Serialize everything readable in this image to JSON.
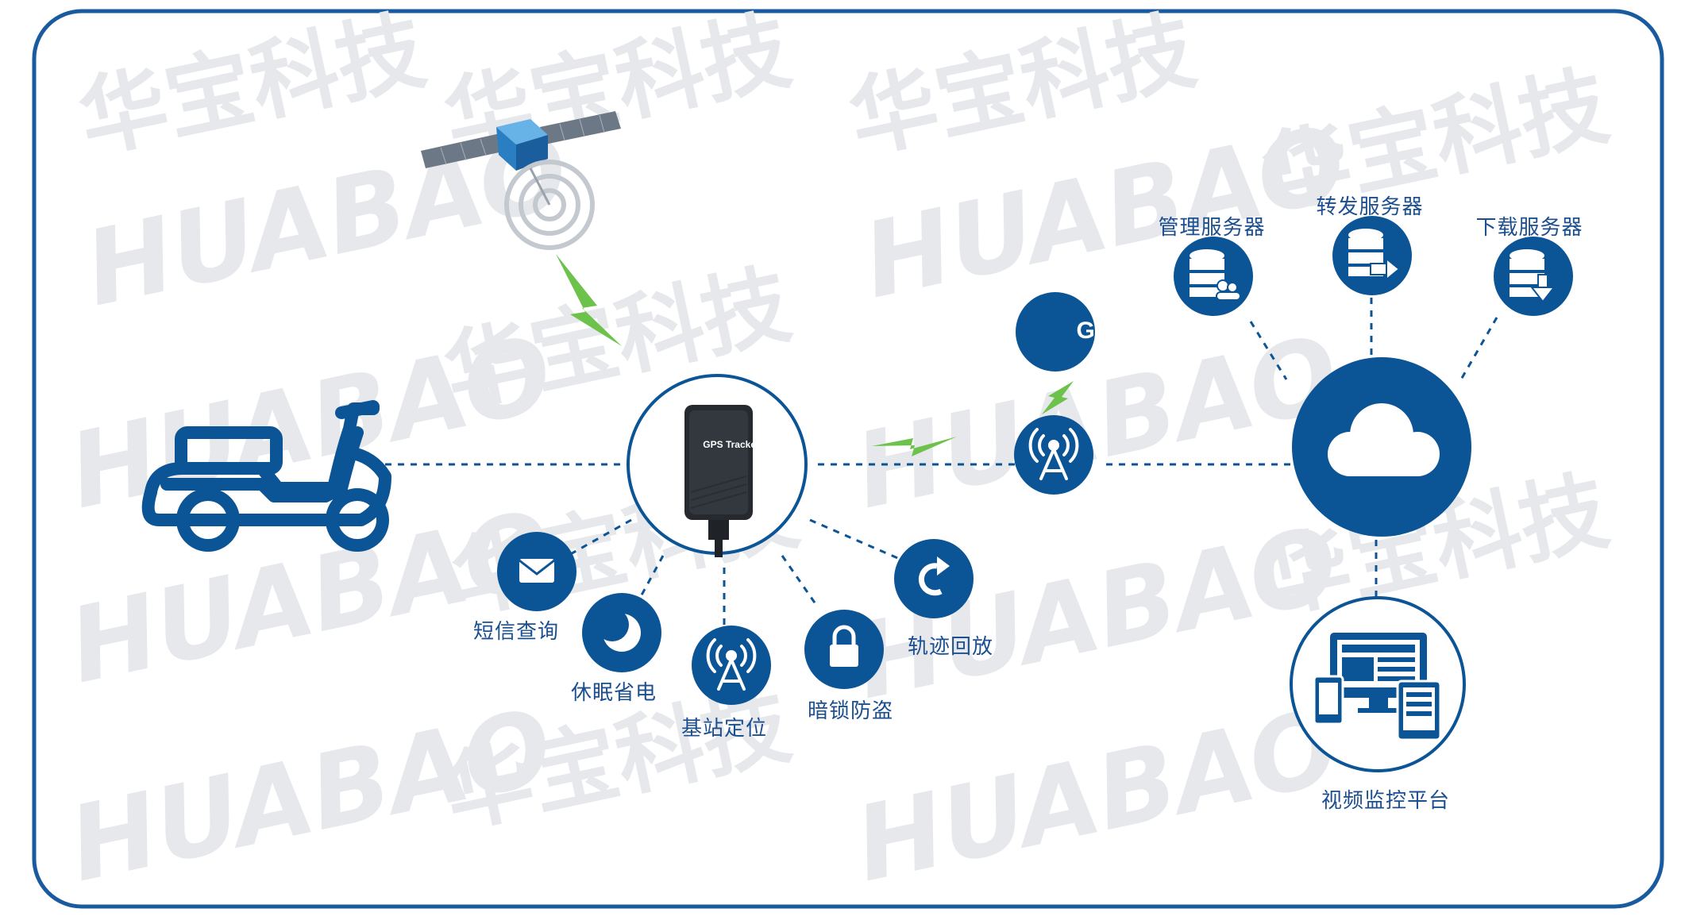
{
  "watermark": {
    "brand_cn": "华宝科技",
    "brand_en": "HUABAO"
  },
  "colors": {
    "primary_blue": "#0b5496",
    "border_blue": "#1a5a9f",
    "lightning_green": "#6cc24a",
    "label_blue": "#1b4f8f"
  },
  "network": {
    "gprs_label": "GPRS"
  },
  "device": {
    "model_text": "GPS Tracker"
  },
  "features": [
    {
      "label": "短信查询",
      "icon": "envelope-icon"
    },
    {
      "label": "休眠省电",
      "icon": "moon-icon"
    },
    {
      "label": "基站定位",
      "icon": "cell-tower-icon"
    },
    {
      "label": "暗锁防盗",
      "icon": "lock-icon"
    },
    {
      "label": "轨迹回放",
      "icon": "replay-arrow-icon"
    }
  ],
  "servers": [
    {
      "label": "管理服务器",
      "icon": "database-users-icon"
    },
    {
      "label": "转发服务器",
      "icon": "database-forward-icon"
    },
    {
      "label": "下载服务器",
      "icon": "database-download-icon"
    }
  ],
  "platform": {
    "label": "视频监控平台",
    "icon": "multi-device-icon"
  },
  "cloud": {
    "icon": "cloud-icon"
  }
}
